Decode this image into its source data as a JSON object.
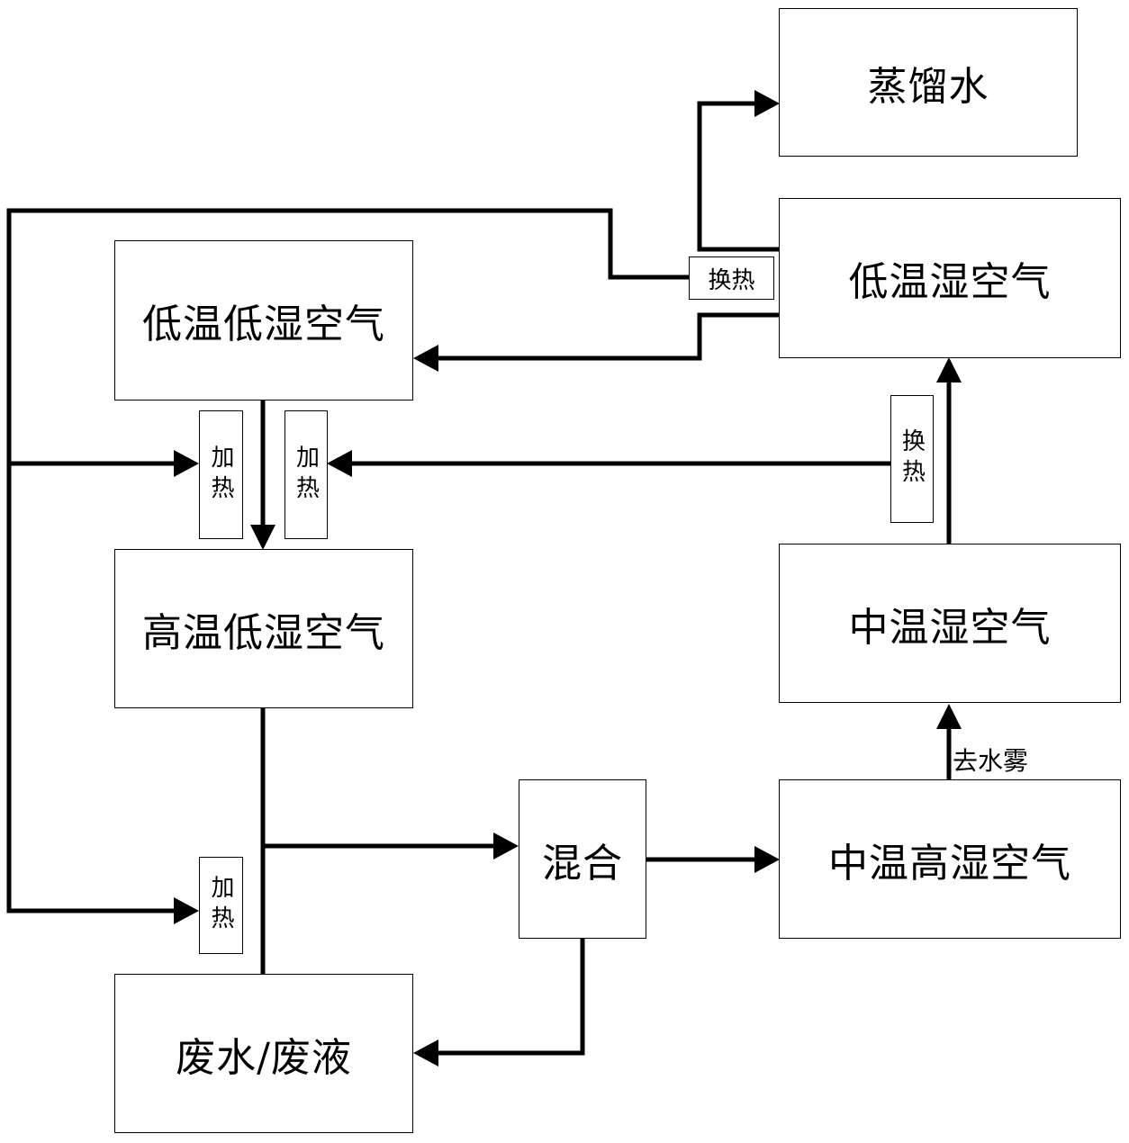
{
  "nodes": {
    "distilled_water": "蒸馏水",
    "low_temp_humid_air": "低温湿空气",
    "low_temp_low_humidity_air": "低温低湿空气",
    "high_temp_low_humidity_air": "高温低湿空气",
    "mid_temp_humid_air": "中温湿空气",
    "mixing": "混合",
    "mid_temp_high_humidity_air": "中温高湿空气",
    "waste_water": "废水/废液"
  },
  "processes": {
    "heat_exchange_top": "换热",
    "heat_exchange_right": "换热",
    "heating_left": "加热",
    "heating_right": "加热",
    "heating_bottom": "加热"
  },
  "edge_labels": {
    "demist": "去水雾"
  }
}
